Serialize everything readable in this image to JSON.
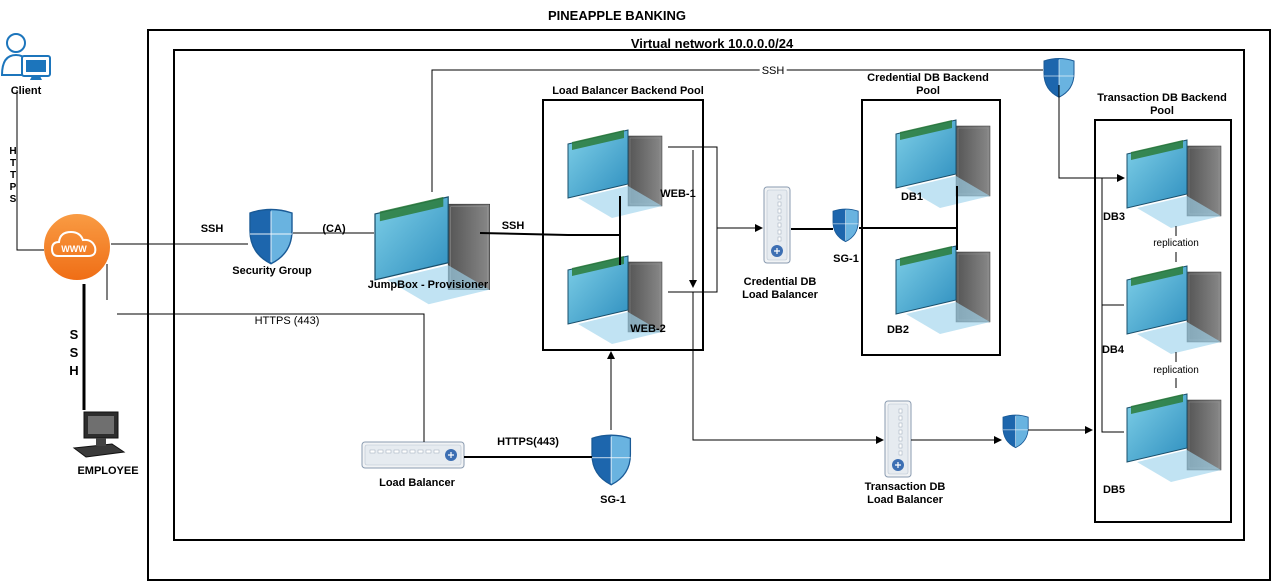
{
  "title": "PINEAPPLE BANKING",
  "vnet_label": "Virtual network 10.0.0.0/24",
  "nodes": {
    "client": "Client",
    "employee": "EMPLOYEE",
    "security_group": "Security Group",
    "jumpbox": "JumpBox - Provisioner",
    "web1": "WEB-1",
    "web2": "WEB-2",
    "lb_backend_pool": "Load Balancer Backend Pool",
    "cred_db_pool": "Credential DB Backend Pool",
    "cred_db_lb": "Credential DB Load Balancer",
    "sg1_cred": "SG-1",
    "db1": "DB1",
    "db2": "DB2",
    "txn_db_pool": "Transaction DB Backend Pool",
    "db3": "DB3",
    "db4": "DB4",
    "db5": "DB5",
    "replication_1": "replication",
    "replication_2": "replication",
    "txn_db_lb": "Transaction DB Load Balancer",
    "load_balancer": "Load Balancer",
    "sg1_web": "SG-1",
    "www": "www"
  },
  "edges": {
    "https_vertical": "HTTPS",
    "ssh_vertical": "SSH",
    "ssh_to_sg": "SSH",
    "ca": "(CA)",
    "ssh_jump_web": "SSH",
    "ssh_top": "SSH",
    "https_443_top": "HTTPS (443)",
    "https_443_bottom": "HTTPS(443)"
  },
  "colors": {
    "line": "#000000",
    "www_cloud": "#f47b20",
    "shield": "#1f6fb5",
    "client_icon": "#1c75bc",
    "box": "#000000"
  }
}
